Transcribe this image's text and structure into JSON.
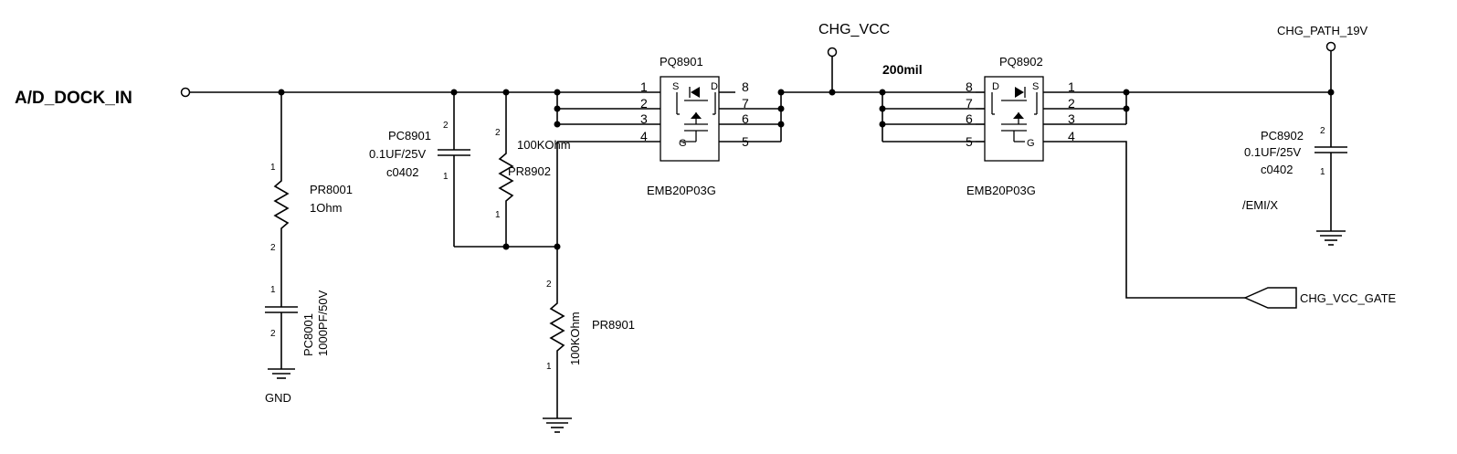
{
  "nets": {
    "input": "A/D_DOCK_IN",
    "chg_vcc": "CHG_VCC",
    "chg_path": "CHG_PATH_19V",
    "gate": "CHG_VCC_GATE",
    "gnd": "GND",
    "trace_width": "200mil"
  },
  "components": {
    "pr8001": {
      "ref": "PR8001",
      "value": "1Ohm",
      "pin_top": "1",
      "pin_bot": "2"
    },
    "pc8001": {
      "ref": "PC8001",
      "value": "1000PF/50V",
      "pin_top": "1",
      "pin_bot": "2"
    },
    "pc8901": {
      "ref": "PC8901",
      "value": "0.1UF/25V",
      "package": "c0402",
      "pin_top": "2",
      "pin_bot": "1"
    },
    "pr8902": {
      "ref": "PR8902",
      "value": "100KOhm",
      "pin_top": "2",
      "pin_bot": "1"
    },
    "pr8901": {
      "ref": "PR8901",
      "value": "100KOhm",
      "pin_top": "2",
      "pin_bot": "1"
    },
    "pq8901": {
      "ref": "PQ8901",
      "part": "EMB20P03G",
      "left_pins": [
        "1",
        "2",
        "3",
        "4"
      ],
      "right_pins": [
        "8",
        "7",
        "6",
        "5"
      ],
      "s_label": "S",
      "d_label": "D",
      "g_label": "G"
    },
    "pq8902": {
      "ref": "PQ8902",
      "part": "EMB20P03G",
      "left_pins": [
        "8",
        "7",
        "6",
        "5"
      ],
      "right_pins": [
        "1",
        "2",
        "3",
        "4"
      ],
      "d_label": "D",
      "s_label": "S",
      "g_label": "G"
    },
    "pc8902": {
      "ref": "PC8902",
      "value": "0.1UF/25V",
      "package": "c0402",
      "option": "/EMI/X",
      "pin_top": "2",
      "pin_bot": "1"
    }
  }
}
